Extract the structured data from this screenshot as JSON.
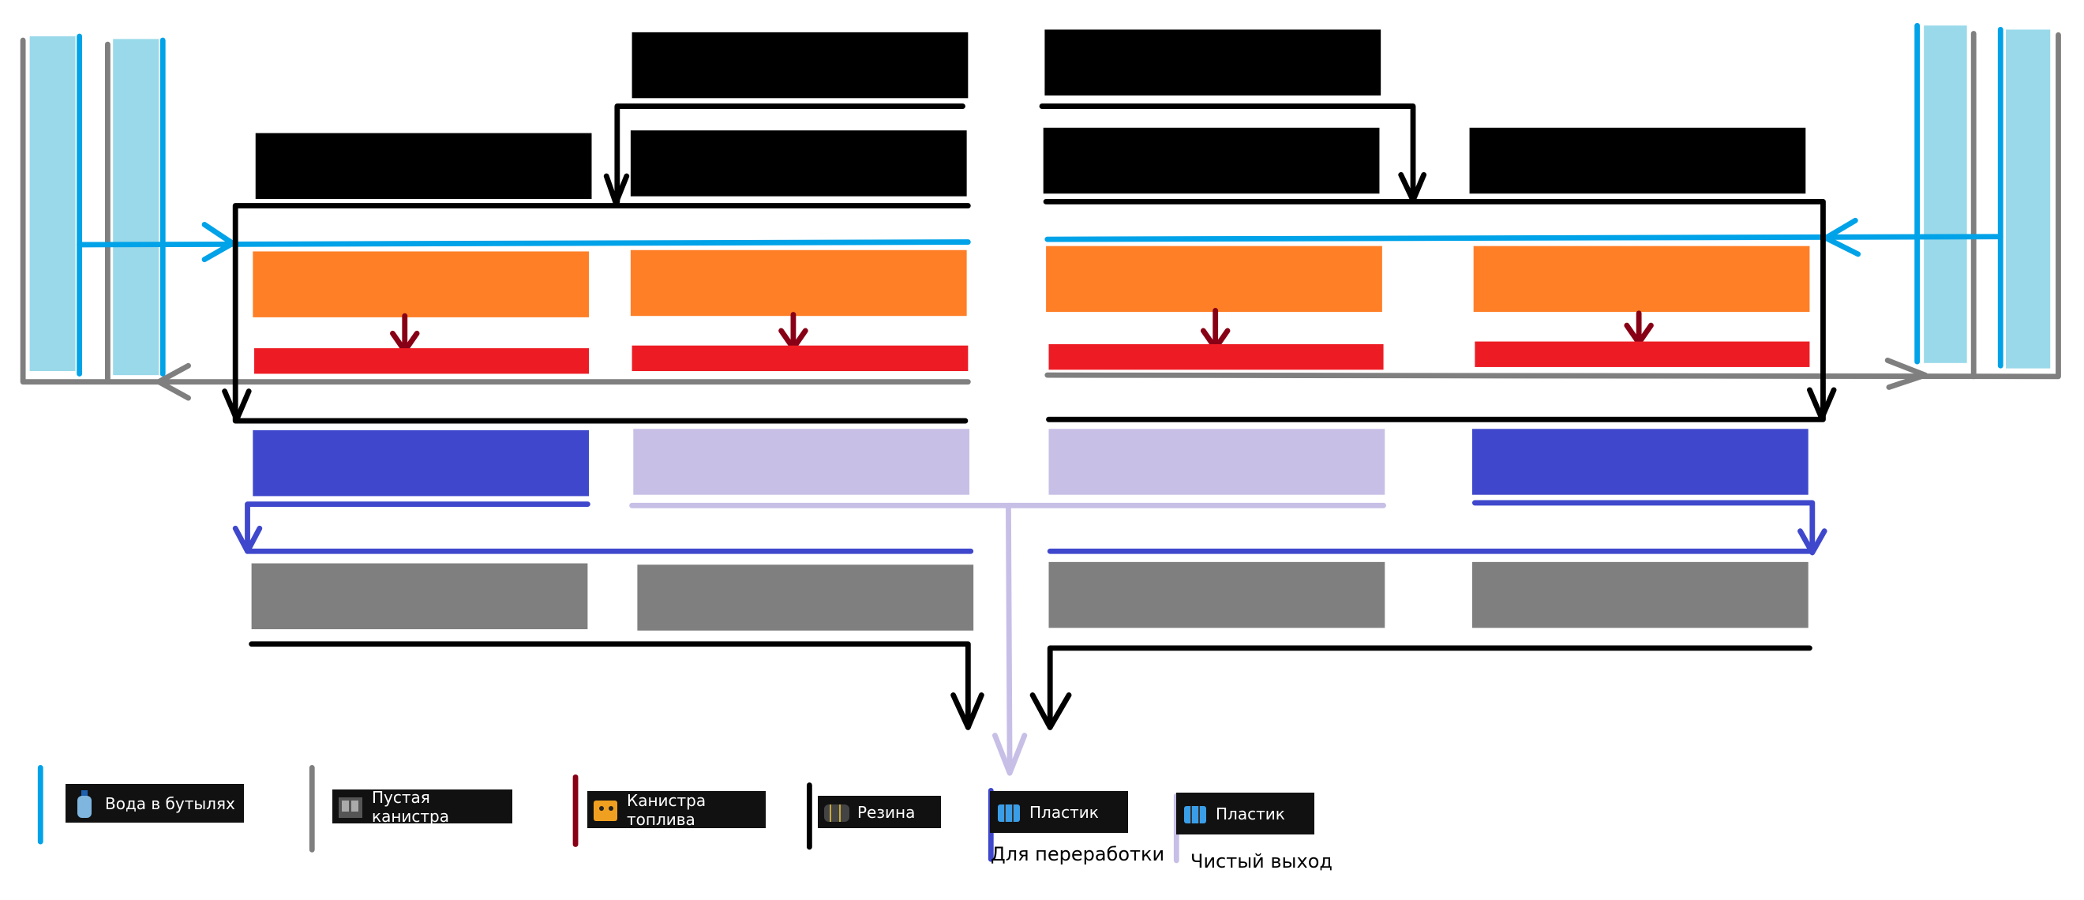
{
  "diagram": {
    "colors": {
      "water": "#00a2e8",
      "water_tank": "#99d9ea",
      "empty_canister": "#7f7f7f",
      "fuel_canister": "#880015",
      "rubber": "#000000",
      "plastic_recycle": "#3f48cc",
      "plastic_clean": "#c8bfe7",
      "orange_block": "#ff7f27",
      "red_block": "#ed1c24",
      "gray_block": "#7f7f7f",
      "black_block": "#000000"
    }
  },
  "legend": [
    {
      "id": "water",
      "label": "Вода в бутылях",
      "icon": "water-bottle-icon",
      "color": "#00a2e8"
    },
    {
      "id": "empty_canister",
      "label": "Пустая канистра",
      "icon": "empty-canister-icon",
      "color": "#7f7f7f"
    },
    {
      "id": "fuel_canister",
      "label": "Канистра топлива",
      "icon": "fuel-canister-icon",
      "color": "#880015"
    },
    {
      "id": "rubber",
      "label": "Резина",
      "icon": "rubber-icon",
      "color": "#000000"
    },
    {
      "id": "plastic_recycle",
      "label": "Пластик",
      "caption": "Для переработки",
      "icon": "plastic-icon",
      "color": "#3f48cc"
    },
    {
      "id": "plastic_clean",
      "label": "Пластик",
      "caption": "Чистый выход",
      "icon": "plastic-icon",
      "color": "#c8bfe7"
    }
  ]
}
